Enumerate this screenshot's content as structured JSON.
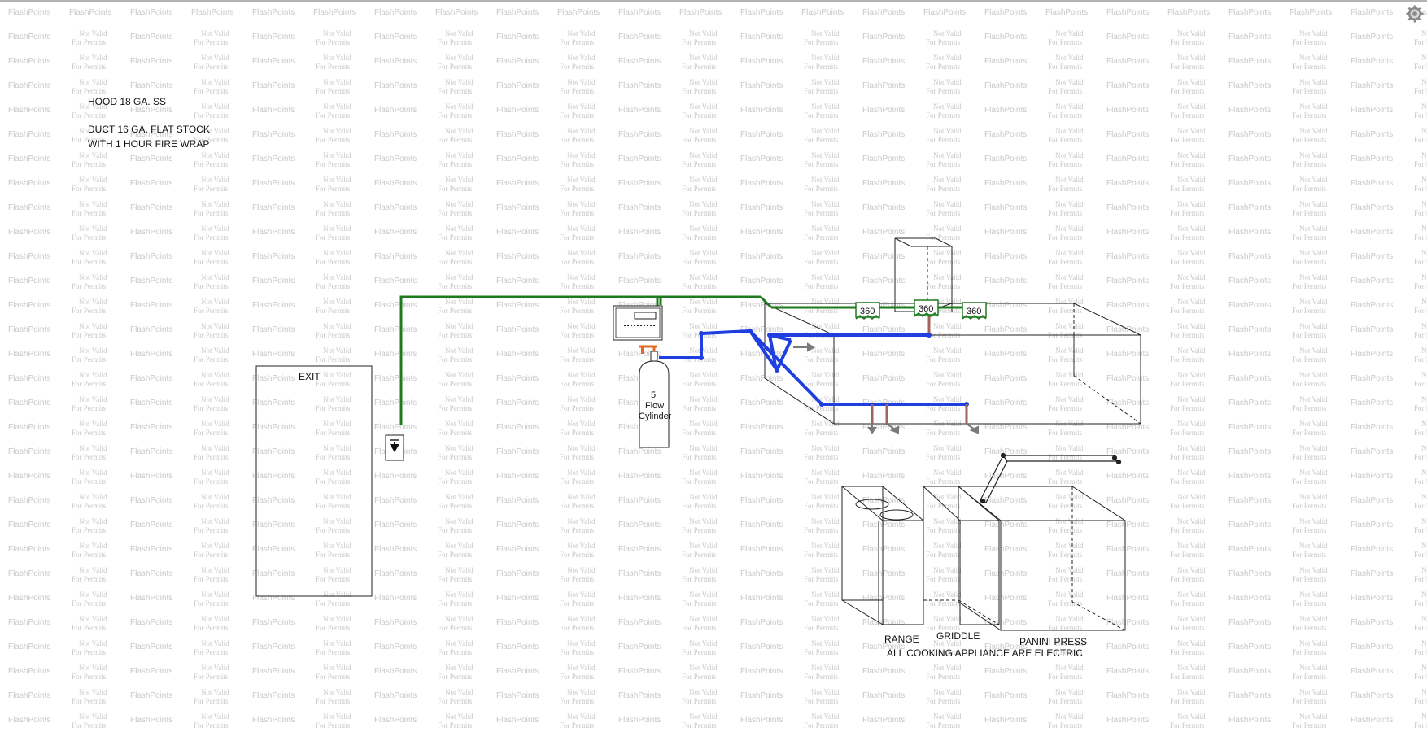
{
  "watermark": {
    "brand": "FlashPoints",
    "line1": "Not Valid",
    "line2": "For Permits"
  },
  "notes": {
    "hood": "HOOD 18 GA. SS",
    "duct_line1": "DUCT 16 GA. FLAT STOCK",
    "duct_line2": "WITH 1 HOUR FIRE WRAP",
    "exit": "EXIT",
    "cylinder_line1": "5",
    "cylinder_line2": "Flow",
    "cylinder_line3": "Cylinder",
    "range": "RANGE",
    "griddle": "GRIDDLE",
    "panini": "PANINI PRESS",
    "electric": "ALL COOKING APPLIANCE ARE ELECTRIC"
  },
  "detectors": [
    {
      "label": "360"
    },
    {
      "label": "360"
    },
    {
      "label": "360"
    }
  ],
  "icons": {
    "settings": "gear-icon",
    "pull_station": "manual-pull-station-icon",
    "control_panel": "control-panel-icon"
  },
  "colors": {
    "detection_line": "#1e7a1e",
    "agent_pipe": "#1f3fe0",
    "drop": "#a0645a",
    "nozzle": "#7a7a7a",
    "valve": "#e06a1e",
    "outline": "#222222",
    "watermark": "#c8c8c8"
  }
}
